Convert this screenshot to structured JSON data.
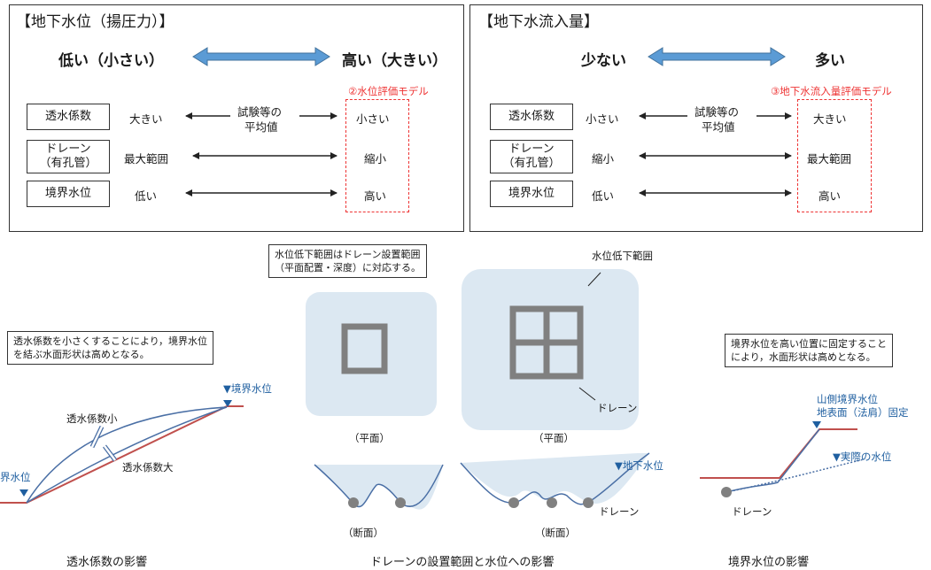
{
  "left_panel": {
    "title": "【地下水位（揚圧力）】",
    "low": "低い（小さい）",
    "high": "高い（大きい）",
    "model_label": "②水位評価モデル",
    "mid_label": [
      "試験等の",
      "平均値"
    ],
    "rows": [
      {
        "label": [
          "透水係数"
        ],
        "left": "大きい",
        "right": "小さい"
      },
      {
        "label": [
          "ドレーン",
          "（有孔管）"
        ],
        "left": "最大範囲",
        "right": "縮小"
      },
      {
        "label": [
          "境界水位"
        ],
        "left": "低い",
        "right": "高い"
      }
    ]
  },
  "right_panel": {
    "title": "【地下水流入量】",
    "low": "少ない",
    "high": "多い",
    "model_label": "③地下水流入量評価モデル",
    "mid_label": [
      "試験等の",
      "平均値"
    ],
    "rows": [
      {
        "label": [
          "透水係数"
        ],
        "left": "小さい",
        "right": "大きい"
      },
      {
        "label": [
          "ドレーン",
          "（有孔管）"
        ],
        "left": "縮小",
        "right": "最大範囲"
      },
      {
        "label": [
          "境界水位"
        ],
        "left": "低い",
        "right": "高い"
      }
    ]
  },
  "left_diagram": {
    "note": [
      "透水係数を小さくすることにより，境界水位",
      "を結ぶ水面形状は高めとなる。"
    ],
    "boundary_right": "▼境界水位",
    "boundary_left": "界水位",
    "small_k": "透水係数小",
    "large_k": "透水係数大",
    "caption": "透水係数の影響"
  },
  "center_diagram": {
    "note": [
      "水位低下範囲はドレーン設置範囲",
      "（平面配置・深度）に対応する。"
    ],
    "lowering_range": "水位低下範囲",
    "drain": "ドレーン",
    "plan": "（平面）",
    "section": "（断面）",
    "groundwater": "▼地下水位",
    "caption": "ドレーンの設置範囲と水位への影響",
    "colors": {
      "light_blue": "#dce8f2",
      "drain_gray": "#808080",
      "water_line": "#4a6fa5",
      "arrow_blue": "#5b9bd5"
    }
  },
  "right_diagram": {
    "note": [
      "境界水位を高い位置に固定すること",
      "により，水面形状は高めとなる。"
    ],
    "mountain": [
      "山側境界水位",
      "地表面（法肩）固定"
    ],
    "actual": "▼実際の水位",
    "drain": "ドレーン",
    "caption": "境界水位の影響"
  }
}
